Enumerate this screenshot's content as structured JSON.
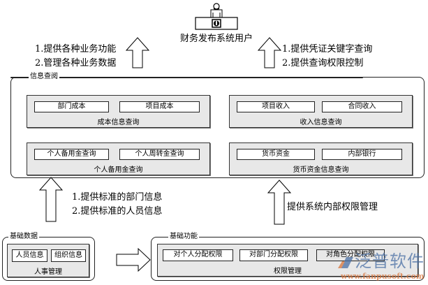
{
  "top_user": {
    "label": "财务发布系统用户",
    "icon": "user-at-desk-info-icon"
  },
  "notes": {
    "top_left": [
      "1.提供各种业务功能",
      "2.管理各种业务数据"
    ],
    "top_right": [
      "1.提供凭证关键字查询",
      "2.提供查询权限控制"
    ],
    "mid_left": [
      "1.提供标准的部门信息",
      "2.提供标准的人员信息"
    ],
    "mid_right": [
      "提供系统内部权限管理"
    ]
  },
  "info_query": {
    "title": "信息查阅",
    "panels": [
      {
        "label": "成本信息查询",
        "items": [
          "部门成本",
          "项目成本"
        ]
      },
      {
        "label": "收入信息查询",
        "items": [
          "项目收入",
          "合同收入"
        ]
      },
      {
        "label": "个人备用金查询",
        "items": [
          "个人备用金查询",
          "个人周转金查询"
        ]
      },
      {
        "label": "货币资金信息查询",
        "items": [
          "货币资金",
          "内部银行"
        ]
      }
    ]
  },
  "basic_data": {
    "title": "基础数据",
    "panel": {
      "label": "人事管理",
      "items": [
        "人员信息",
        "组织信息"
      ]
    }
  },
  "basic_functions": {
    "title": "基础功能",
    "panel": {
      "label": "权限管理",
      "items": [
        "对个人分配权限",
        "对部门分配权限",
        "对角色分配权限"
      ]
    }
  },
  "watermark": {
    "brand": "泛普软件",
    "url": "www.fanpusoft.com",
    "colors": {
      "blue": "#4a6fa5",
      "orange": "#d9743a"
    }
  }
}
